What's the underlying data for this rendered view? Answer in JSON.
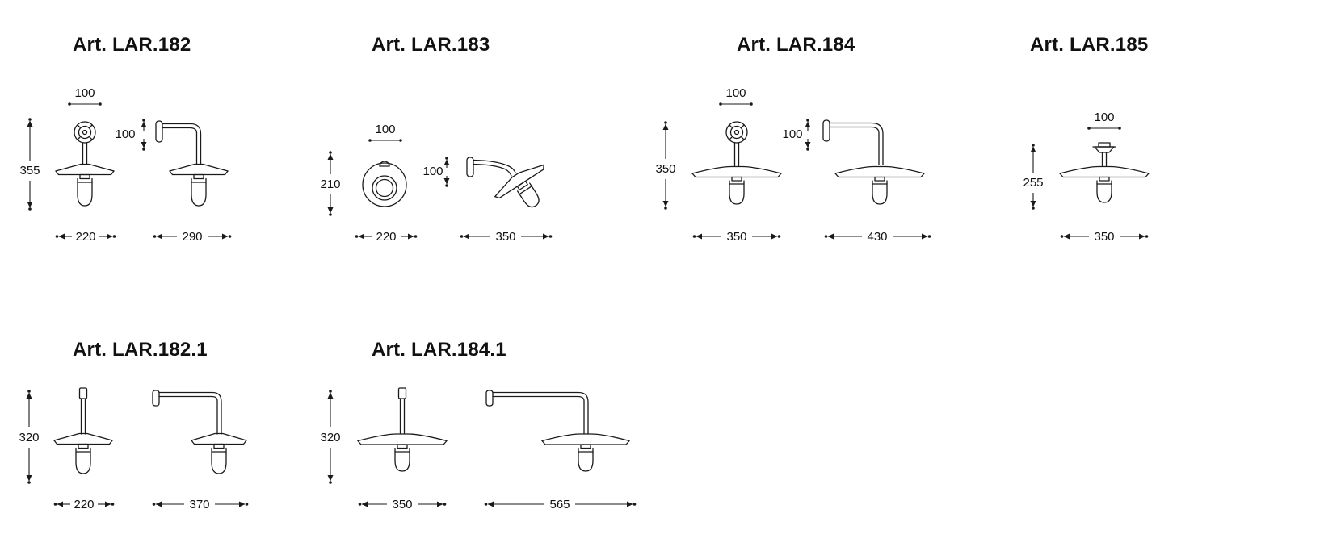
{
  "page": {
    "background": "#ffffff",
    "ink_color": "#1a1a1a",
    "unit_note": ""
  },
  "articles": [
    {
      "id": "lar182",
      "title": "Art. LAR.182",
      "dims": {
        "top_width": "100",
        "mount_height": "100",
        "height": "355",
        "front_width": "220",
        "side_depth": "290"
      }
    },
    {
      "id": "lar183",
      "title": "Art. LAR.183",
      "dims": {
        "top_width": "100",
        "mount_height": "100",
        "height": "210",
        "front_width": "220",
        "side_depth": "350"
      }
    },
    {
      "id": "lar184",
      "title": "Art. LAR.184",
      "dims": {
        "top_width": "100",
        "mount_height": "100",
        "height": "350",
        "front_width": "350",
        "side_depth": "430"
      }
    },
    {
      "id": "lar185",
      "title": "Art. LAR.185",
      "dims": {
        "top_width": "100",
        "height": "255",
        "front_width": "350"
      }
    },
    {
      "id": "lar182_1",
      "title": "Art. LAR.182.1",
      "dims": {
        "height": "320",
        "front_width": "220",
        "side_depth": "370"
      }
    },
    {
      "id": "lar184_1",
      "title": "Art. LAR.184.1",
      "dims": {
        "height": "320",
        "front_width": "350",
        "side_depth": "565"
      }
    }
  ]
}
